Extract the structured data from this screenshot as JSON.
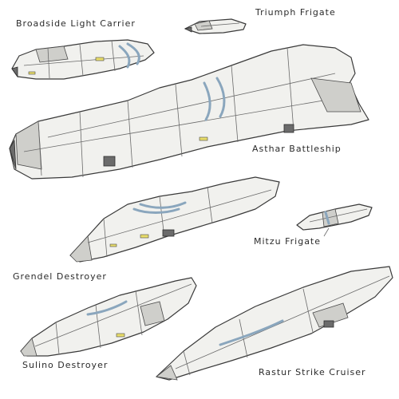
{
  "labels": {
    "triumph": "Triumph Frigate",
    "broadside": "Broadside Light Carrier",
    "asthar": "Asthar Battleship",
    "mitzu": "Mitzu Frigate",
    "grendel": "Grendel Destroyer",
    "sulino": "Sulino Destroyer",
    "rastur": "Rastur Strike Cruiser"
  },
  "colors": {
    "hull": "#f1f1ee",
    "accent_stripe": "#8aa6bd",
    "lights": "#e8dd6a",
    "outline": "#3a3a3a"
  }
}
